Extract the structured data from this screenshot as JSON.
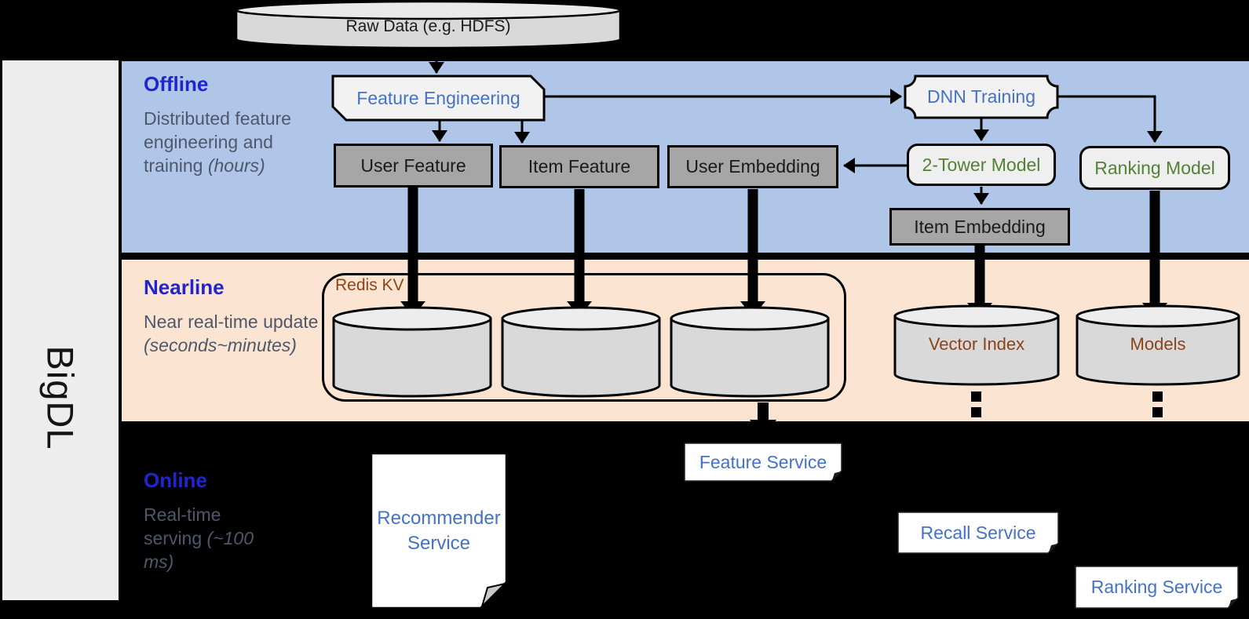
{
  "brand": "BigDL",
  "source_label": "Raw Data (e.g. HDFS)",
  "sections": {
    "offline": {
      "title": "Offline",
      "desc": "Distributed feature engineering and training",
      "note": "(hours)"
    },
    "nearline": {
      "title": "Nearline",
      "desc": "Near real-time update",
      "note": "(seconds~minutes)"
    },
    "online": {
      "title": "Online",
      "desc": "Real-time serving",
      "note": "(~100 ms)"
    }
  },
  "nodes": {
    "feature_engineering": "Feature Engineering",
    "user_feature": "User Feature",
    "item_feature": "Item Feature",
    "user_embedding": "User Embedding",
    "dnn_training": "DNN Training",
    "two_tower_model": "2-Tower Model",
    "ranking_model": "Ranking Model",
    "item_embedding": "Item Embedding",
    "redis_kv": "Redis KV",
    "vector_index": "Vector Index",
    "models": "Models",
    "recommender_service": "Recommender Service",
    "feature_service": "Feature Service",
    "recall_service": "Recall Service",
    "ranking_service": "Ranking Service"
  },
  "colors": {
    "offline_band": "#AFC6E8",
    "nearline_band": "#FBE5D2",
    "online_background": "#000000",
    "section_title_blue": "#2125CF",
    "section_desc_gray": "#4E586B",
    "process_text_blue": "#4472C4",
    "model_text_green": "#538135",
    "store_text_brown": "#8C4318",
    "dark_node_fill": "#A6A6A6",
    "light_node_fill": "#F2F2F2",
    "cylinder_fill": "#D9D9D9",
    "sidebar_fill": "#EDEDED"
  }
}
